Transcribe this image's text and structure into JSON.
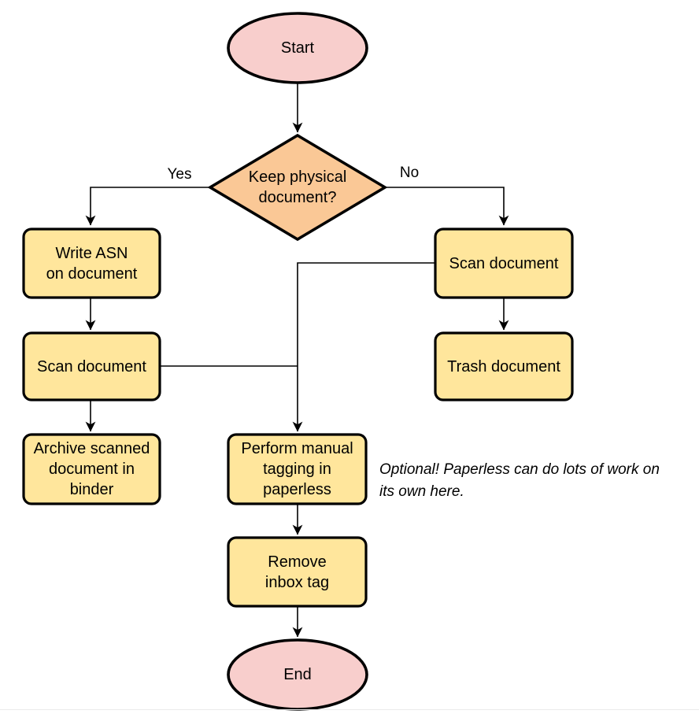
{
  "diagram": {
    "type": "flowchart",
    "background": "#ffffff",
    "colors": {
      "terminator_fill": "#f8cecc",
      "decision_fill": "#fac896",
      "process_fill": "#ffe69c",
      "border": "#000000",
      "edge": "#000000",
      "bottom_rule": "#ebebeb"
    },
    "nodes": {
      "start": {
        "label": "Start",
        "shape": "terminator"
      },
      "decision": {
        "label": "Keep physical\ndocument?",
        "shape": "decision"
      },
      "write_asn": {
        "label": "Write ASN\non document",
        "shape": "process"
      },
      "scan_left": {
        "label": "Scan document",
        "shape": "process"
      },
      "archive": {
        "label": "Archive scanned\ndocument in\nbinder",
        "shape": "process"
      },
      "scan_right": {
        "label": "Scan document",
        "shape": "process"
      },
      "trash": {
        "label": "Trash document",
        "shape": "process"
      },
      "tagging": {
        "label": "Perform manual\ntagging in\npaperless",
        "shape": "process"
      },
      "remove_inbox": {
        "label": "Remove\ninbox tag",
        "shape": "process"
      },
      "end": {
        "label": "End",
        "shape": "terminator"
      }
    },
    "edge_labels": {
      "yes": "Yes",
      "no": "No"
    },
    "annotation": "Optional! Paperless can do lots of work on\nits own here."
  }
}
